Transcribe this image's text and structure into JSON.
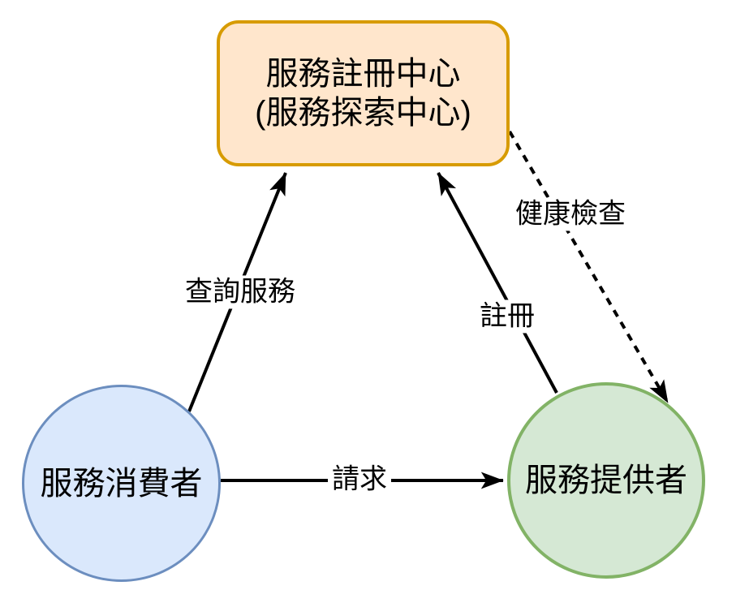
{
  "diagram": {
    "background": "#FFFFFF",
    "nodes": {
      "registry": {
        "label": "服務註冊中心\n(服務探索中心)",
        "shape": "rounded-rect",
        "fill": "#FFE6CC",
        "stroke": "#D79B00"
      },
      "consumer": {
        "label": "服務消費者",
        "shape": "circle",
        "fill": "#DAE8FC",
        "stroke": "#6C8EBF"
      },
      "provider": {
        "label": "服務提供者",
        "shape": "circle",
        "fill": "#D5E8D4",
        "stroke": "#82B366"
      }
    },
    "edges": [
      {
        "id": "query-service",
        "label": "查詢服務",
        "from": "consumer",
        "to": "registry",
        "line": "solid",
        "color": "#000000"
      },
      {
        "id": "register",
        "label": "註冊",
        "from": "provider",
        "to": "registry",
        "line": "solid",
        "color": "#000000"
      },
      {
        "id": "health-check",
        "label": "健康檢查",
        "from": "registry",
        "to": "provider",
        "line": "dashed",
        "color": "#000000"
      },
      {
        "id": "request",
        "label": "請求",
        "from": "consumer",
        "to": "provider",
        "line": "solid",
        "color": "#000000"
      }
    ]
  }
}
